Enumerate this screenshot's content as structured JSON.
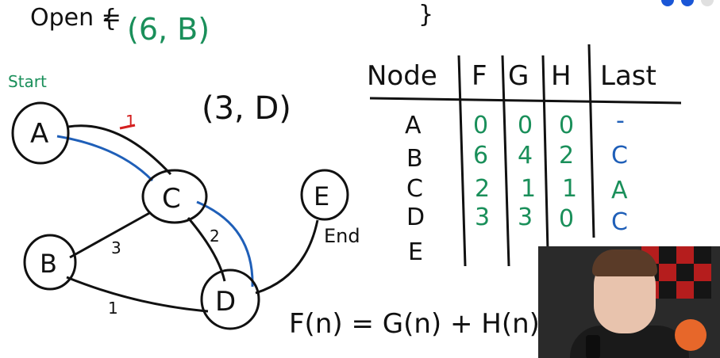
{
  "open_list": {
    "label": "Open =",
    "items": "(6, B)"
  },
  "aside_note": "(3, D)",
  "start_label": "Start",
  "end_label": "End",
  "formula": "F(n) = G(n) + H(n)",
  "nodes": [
    {
      "id": "A"
    },
    {
      "id": "B"
    },
    {
      "id": "C"
    },
    {
      "id": "D"
    },
    {
      "id": "E"
    }
  ],
  "edges": [
    {
      "from": "A",
      "to": "C",
      "weight": "1"
    },
    {
      "from": "C",
      "to": "B",
      "weight": "3"
    },
    {
      "from": "C",
      "to": "D",
      "weight": "2"
    },
    {
      "from": "B",
      "to": "D",
      "weight": "1"
    },
    {
      "from": "D",
      "to": "E",
      "weight": ""
    }
  ],
  "table": {
    "headers": [
      "Node",
      "F",
      "G",
      "H",
      "Last"
    ],
    "rows": [
      [
        "A",
        "0",
        "0",
        "0",
        "-"
      ],
      [
        "B",
        "6",
        "4",
        "2",
        "C"
      ],
      [
        "C",
        "2",
        "1",
        "1",
        "A"
      ],
      [
        "D",
        "3",
        "3",
        "0",
        "C"
      ],
      [
        "E",
        "",
        "",
        "",
        ""
      ]
    ]
  },
  "colors": {
    "ink": "#111111",
    "green": "#1a8f5a",
    "blue": "#1f5fb8",
    "red": "#d42020"
  }
}
